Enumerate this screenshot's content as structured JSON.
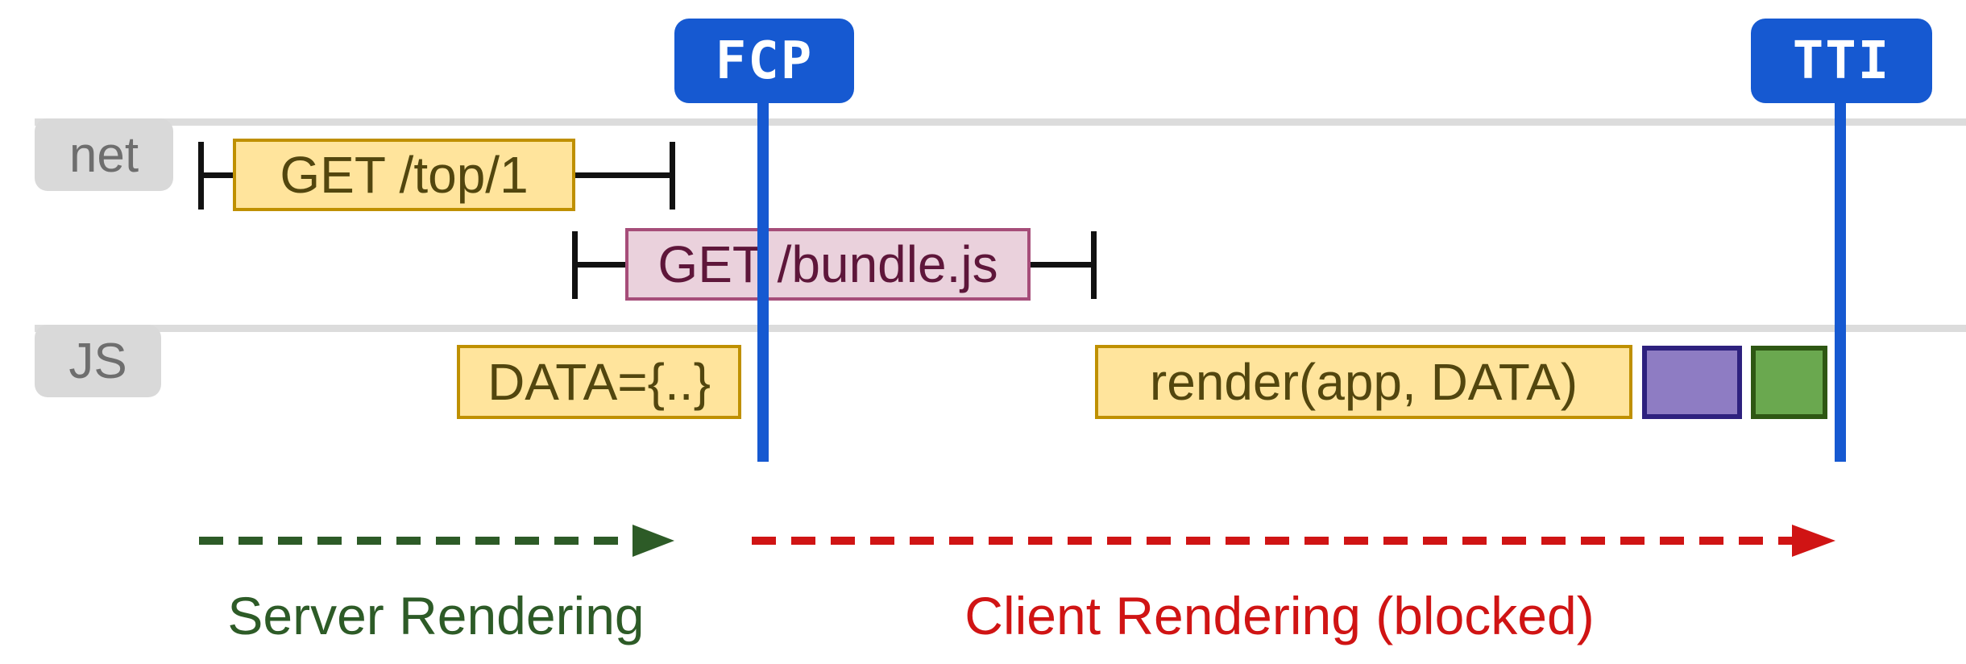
{
  "tracks": [
    {
      "label": "net"
    },
    {
      "label": "JS"
    }
  ],
  "markers": [
    {
      "id": "fcp",
      "label": "FCP"
    },
    {
      "id": "tti",
      "label": "TTI"
    }
  ],
  "net_requests": [
    {
      "label": "GET /top/1",
      "style": "yellow"
    },
    {
      "label": "GET /bundle.js",
      "style": "pink"
    }
  ],
  "js_tasks": [
    {
      "label": "DATA={..}",
      "style": "yellow"
    },
    {
      "label": "render(app, DATA)",
      "style": "yellow"
    },
    {
      "label": "",
      "style": "purple"
    },
    {
      "label": "",
      "style": "green"
    }
  ],
  "phases": [
    {
      "label": "Server Rendering",
      "color": "#2D5B27"
    },
    {
      "label": "Client Rendering (blocked)",
      "color": "#D01414"
    }
  ],
  "colors": {
    "blue_marker": "#1659D1",
    "yellow_fill": "#FFE49C",
    "yellow_border": "#BF9000",
    "yellow_text": "#52460E",
    "pink_fill": "#EAD1DC",
    "pink_border": "#A64D79",
    "pink_text": "#5E163A",
    "purple_fill": "#8E7CC3",
    "purple_border": "#2E217E",
    "green_fill": "#6AA84F",
    "green_border": "#2E5713",
    "track_line": "#DCDCDC",
    "track_label_bg": "#D9D9D9",
    "track_label_text": "#6E6E6E",
    "server_green": "#2D5B27",
    "client_red": "#D01414",
    "bracket_black": "#111111"
  }
}
